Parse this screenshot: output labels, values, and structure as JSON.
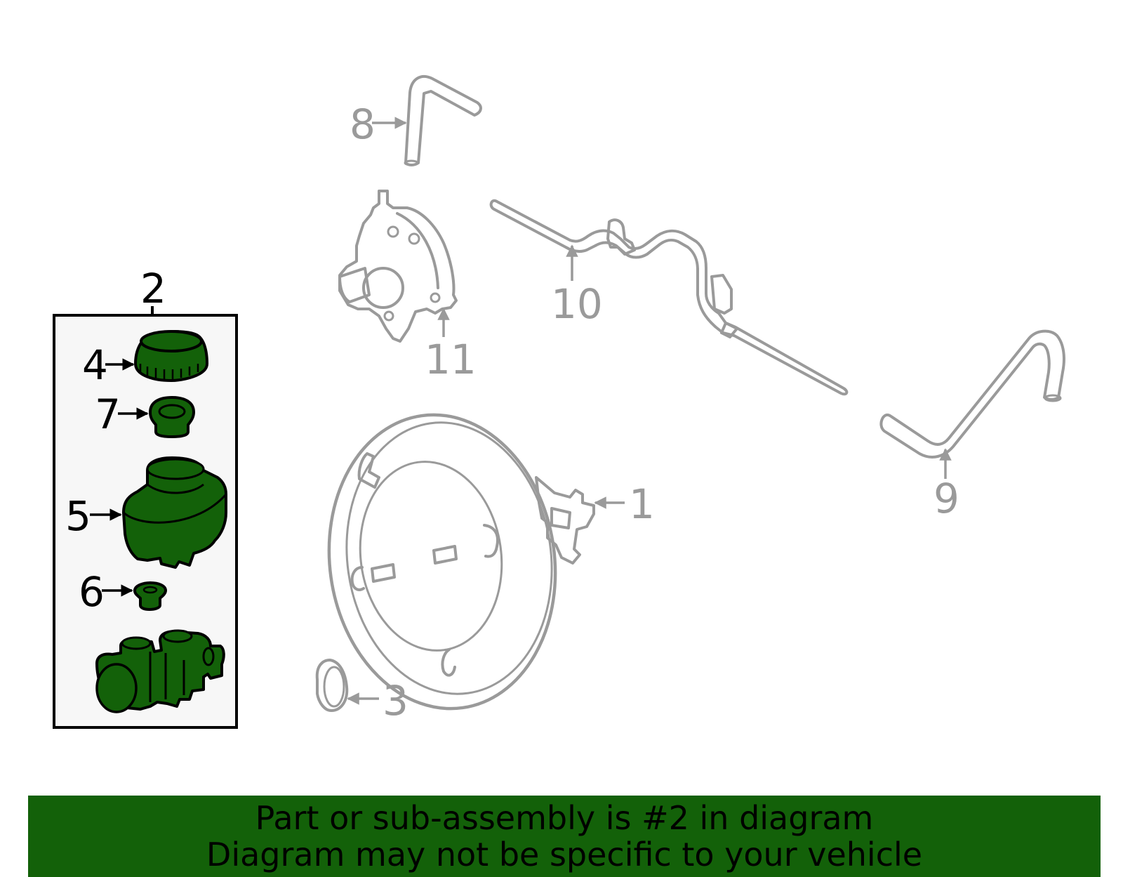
{
  "callouts": {
    "c1": "1",
    "c2": "2",
    "c3": "3",
    "c4": "4",
    "c5": "5",
    "c6": "6",
    "c7": "7",
    "c8": "8",
    "c9": "9",
    "c10": "10",
    "c11": "11"
  },
  "banner": {
    "line1": "Part or sub-assembly is #2 in diagram",
    "line2": "Diagram may not be specific to your vehicle"
  },
  "colors": {
    "highlight": "#136109",
    "outline": "#9a9a9a",
    "assembly_box": "#f7f7f7"
  }
}
